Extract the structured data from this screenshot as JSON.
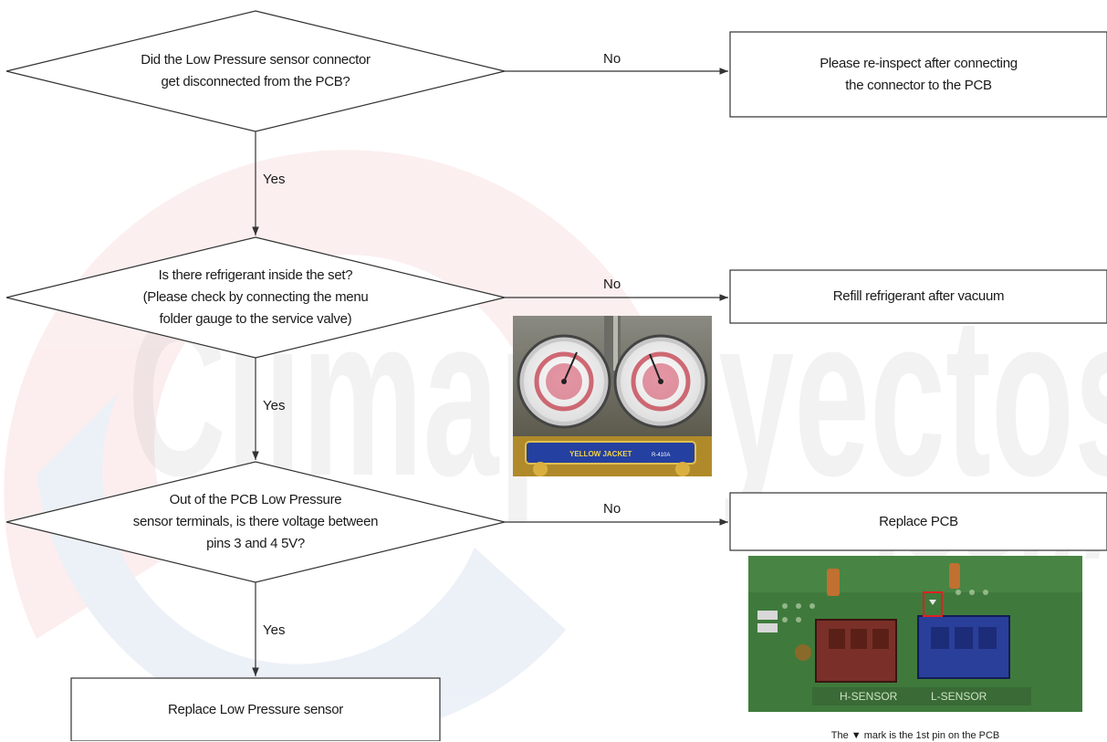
{
  "watermark": {
    "brand": "Climaproyectos",
    "domain": ".com"
  },
  "decisions": [
    {
      "id": "d1",
      "lines": [
        "Did the Low Pressure sensor connector",
        "get disconnected from the PCB?"
      ]
    },
    {
      "id": "d2",
      "lines": [
        "Is there refrigerant inside the set?",
        "(Please check by connecting the menu",
        "folder gauge to the service valve)"
      ]
    },
    {
      "id": "d3",
      "lines": [
        "Out of the PCB Low Pressure",
        "sensor terminals, is there voltage between",
        "pins 3 and 4  5V?"
      ]
    }
  ],
  "actions": [
    {
      "id": "a1",
      "lines": [
        "Please re-inspect after connecting",
        "the connector to the PCB"
      ]
    },
    {
      "id": "a2",
      "lines": [
        "Refill refrigerant after vacuum"
      ]
    },
    {
      "id": "a3",
      "lines": [
        "Replace PCB"
      ]
    },
    {
      "id": "a4",
      "lines": [
        "Replace  Low Pressure sensor"
      ]
    }
  ],
  "edge_labels": {
    "no": "No",
    "yes": "Yes"
  },
  "gauge_photo": {
    "brand_text": "YELLOW JACKET",
    "refrigerant_text": "R-410A"
  },
  "pcb_photo": {
    "connector_labels": [
      "H-SENSOR",
      "L-SENSOR"
    ],
    "caption": "The ▼ mark is the 1st pin on the PCB",
    "colors": {
      "board": "#3f7a3c",
      "h_connector": "#7a3028",
      "l_connector": "#2a3f9a",
      "highlight": "#e02020"
    }
  },
  "colors": {
    "line": "#333333",
    "watermark_red": "#e3534f",
    "watermark_blue": "#3b5fb0",
    "watermark_text": "#6b6b6b"
  }
}
